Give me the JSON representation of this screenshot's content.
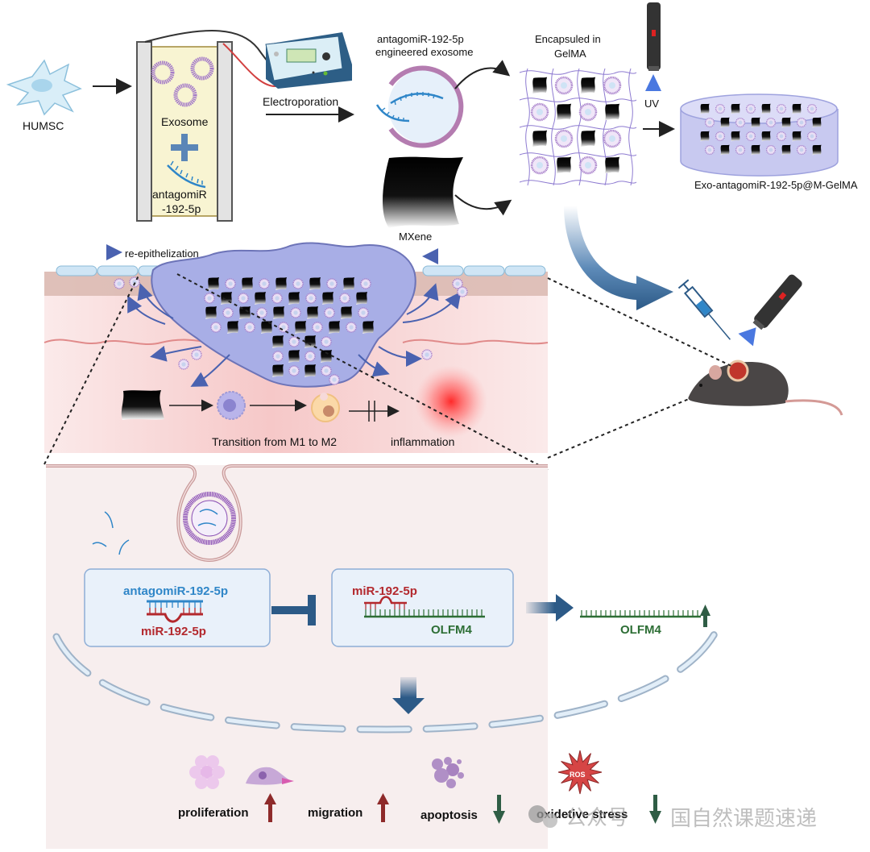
{
  "colors": {
    "page_bg": "#ffffff",
    "skin_panel_bg": "#f6d9d9",
    "cell_panel_bg": "#f7eeee",
    "membrane": "#c99a9a",
    "accent_blue": "#2c5a87",
    "antagomir_blue": "#2f86c8",
    "mir_red": "#b3282d",
    "olfm4_green": "#2d6e35",
    "up_arrow_red": "#8e2a2a",
    "down_arrow_green": "#2f5d45",
    "exosome_purple": "#9a6bc0",
    "gel_blue": "#a8aee6"
  },
  "top_section": {
    "cell_label": "HUMSC",
    "cuvette": {
      "exosome_label": "Exosome",
      "plus_symbol": "+",
      "antagomir_label_line1": "antagomiR",
      "antagomir_label_line2": "-192-5p"
    },
    "electroporation_label": "Electroporation",
    "engineered_exosome_line1": "antagomiR-192-5p",
    "engineered_exosome_line2": "engineered exosome",
    "mxene_label": "MXene",
    "encapsulated_line1": "Encapsuled in",
    "encapsulated_line2": "GelMA",
    "uv_label": "UV",
    "product_label": "Exo-antagomiR-192-5p@M-GelMA"
  },
  "wound_section": {
    "reepithelization_label": "re-epithelization",
    "transition_label": "Transition from M1 to M2",
    "inflammation_label": "inflammation"
  },
  "cell_section": {
    "box1": {
      "top_label": "antagomiR-192-5p",
      "bottom_label": "miR-192-5p"
    },
    "box2": {
      "top_label": "miR-192-5p",
      "bottom_label": "OLFM4"
    },
    "result_label": "OLFM4",
    "outcomes": [
      {
        "label": "proliferation",
        "direction": "up",
        "icon": "cell-cluster-icon"
      },
      {
        "label": "migration",
        "direction": "up",
        "icon": "migrating-cell-icon"
      },
      {
        "label": "apoptosis",
        "direction": "down",
        "icon": "apoptotic-cell-icon"
      },
      {
        "label": "oxidetive stress",
        "direction": "down",
        "icon": "ros-burst-icon",
        "badge": "ROS"
      }
    ]
  },
  "watermark": {
    "prefix": "公众号",
    "text": "国自然课题速递"
  }
}
